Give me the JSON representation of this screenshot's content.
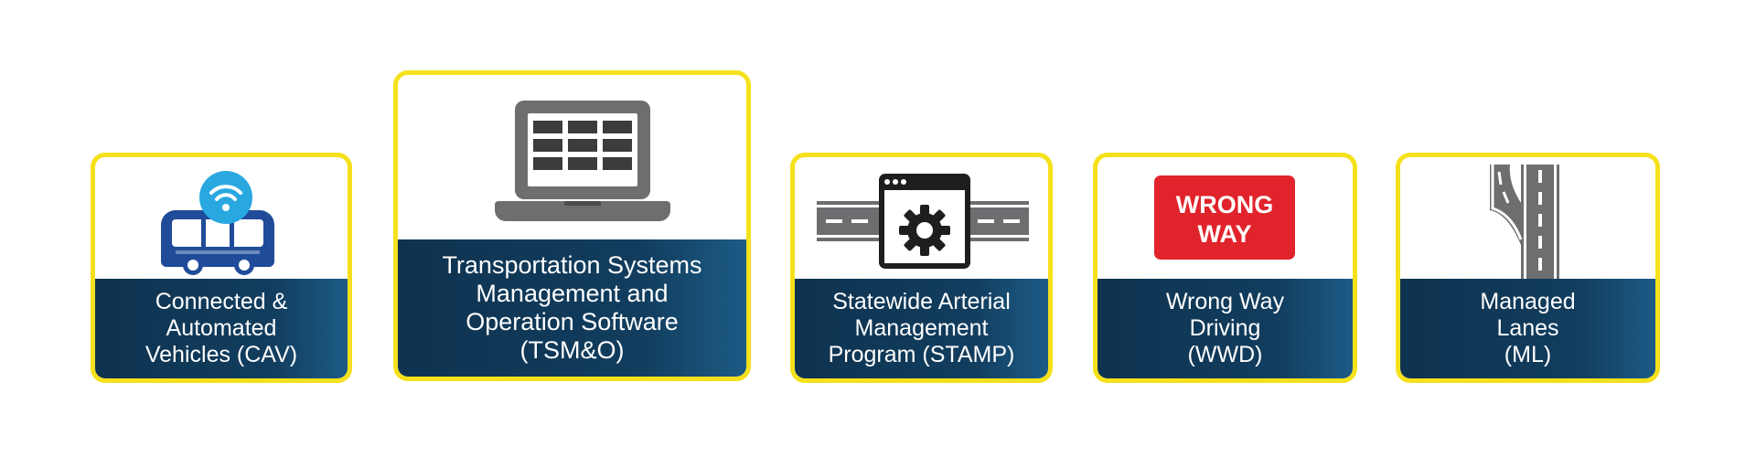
{
  "colors": {
    "card_border": "#f5e11b",
    "label_bg": "#0e3350",
    "label_text": "#ffffff",
    "icon_gray": "#6d6e70",
    "vehicle_blue": "#1f4b99",
    "wifi_badge": "#29a8e0",
    "wrong_way_red": "#e1232b"
  },
  "cards": [
    {
      "id": "cav",
      "icon": "connected-vehicle-icon",
      "lines": [
        "Connected &",
        "Automated",
        "Vehicles (CAV)"
      ]
    },
    {
      "id": "tsmo",
      "icon": "laptop-grid-icon",
      "lines": [
        "Transportation Systems",
        "Management and",
        "Operation Software",
        "(TSM&O)"
      ]
    },
    {
      "id": "stamp",
      "icon": "road-software-gear-icon",
      "lines": [
        "Statewide Arterial",
        "Management",
        "Program (STAMP)"
      ]
    },
    {
      "id": "wwd",
      "icon": "wrong-way-sign-icon",
      "sign_text": [
        "WRONG",
        "WAY"
      ],
      "lines": [
        "Wrong Way",
        "Driving",
        "(WWD)"
      ]
    },
    {
      "id": "ml",
      "icon": "managed-lanes-icon",
      "lines": [
        "Managed",
        "Lanes",
        "(ML)"
      ]
    }
  ]
}
